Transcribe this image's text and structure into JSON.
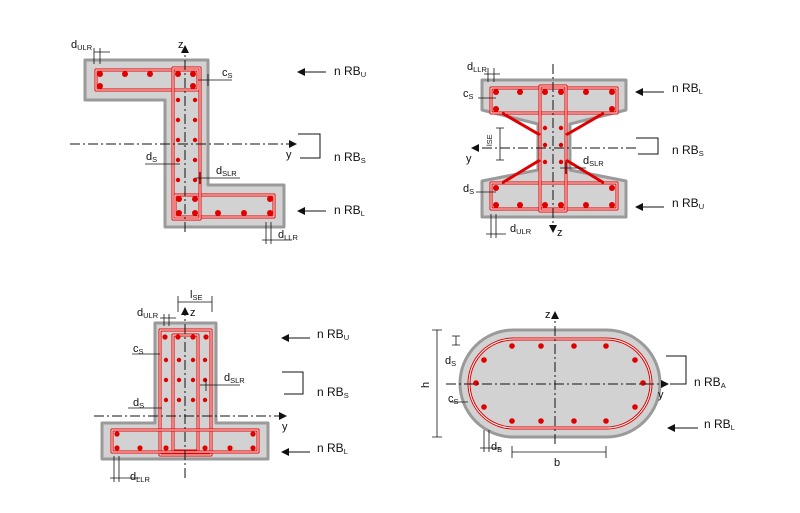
{
  "labels": {
    "n_rb": "n RB",
    "sub_u": "U",
    "sub_s": "S",
    "sub_l": "L",
    "sub_a": "A",
    "d": "d",
    "c": "c",
    "l": "l",
    "h": "h",
    "b": "b",
    "sub_ulr": "ULR",
    "sub_llr": "LLR",
    "sub_slr": "SLR",
    "sub_se": "SE",
    "sub_b": "B",
    "axis_y": "y",
    "axis_z": "z"
  },
  "colors": {
    "section_fill": "#d2d2d2",
    "section_outline": "#9a9a9a",
    "rebar": "#e00000"
  }
}
